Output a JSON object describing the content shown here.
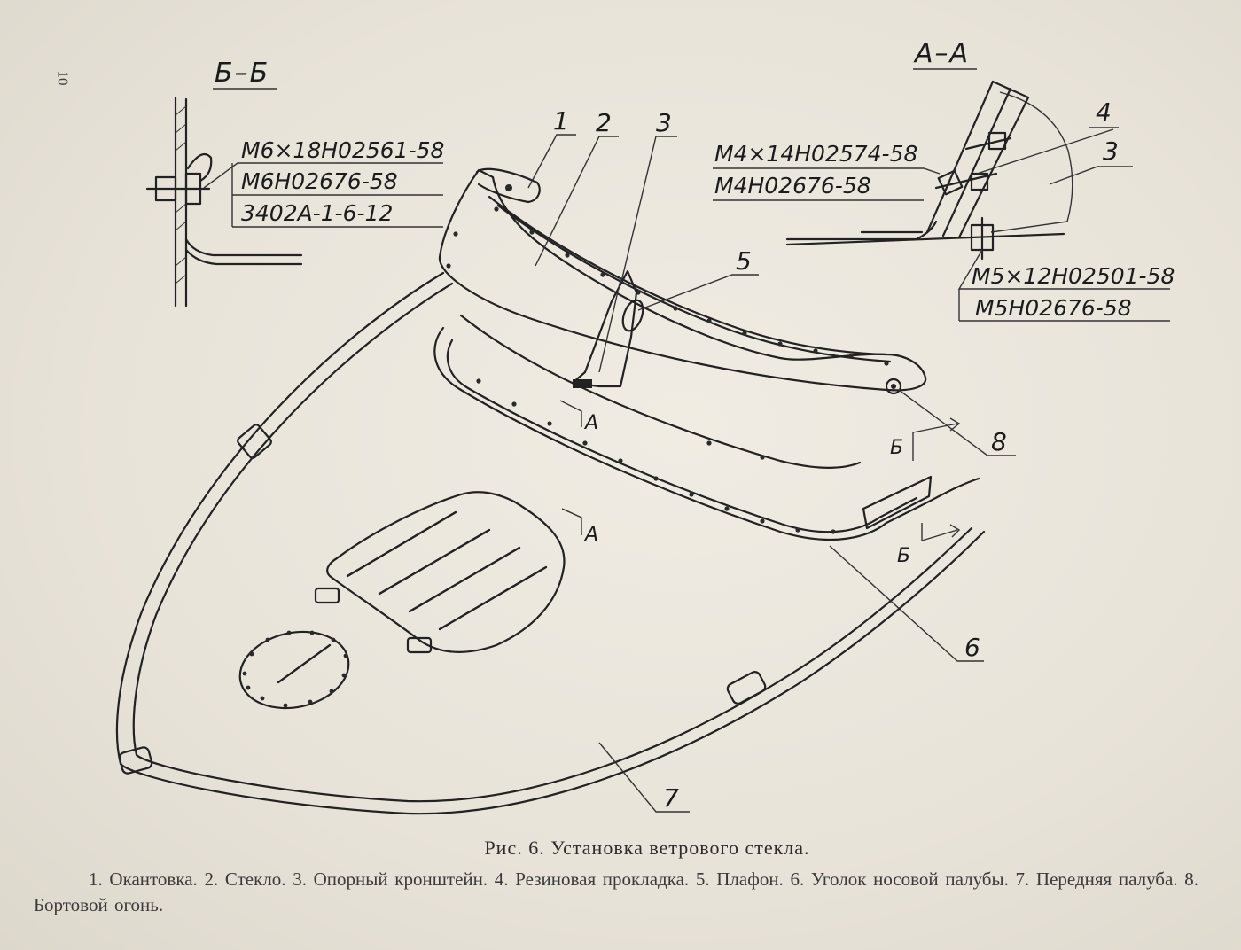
{
  "page_number": "10",
  "sections": {
    "bb": "Б–Б",
    "aa": "А–А"
  },
  "specs_bb": [
    "М6×18Н02561-58",
    "М6Н02676-58",
    "3402А-1-6-12"
  ],
  "specs_aa_upper": [
    "М4×14Н02574-58",
    "М4Н02676-58"
  ],
  "specs_aa_lower": [
    "М5×12Н02501-58",
    "М5Н02676-58"
  ],
  "callouts": [
    "1",
    "2",
    "3",
    "4",
    "3",
    "5",
    "6",
    "7",
    "8"
  ],
  "cut_marks": {
    "a": "А",
    "b": "Б"
  },
  "caption": {
    "title": "Рис. 6. Установка ветрового стекла.",
    "legend": "1. Окантовка. 2. Стекло. 3. Опорный кронштейн. 4. Резиновая прокладка. 5. Плафон. 6. Уголок носовой палубы. 7. Передняя палуба. 8. Бортовой огонь."
  }
}
